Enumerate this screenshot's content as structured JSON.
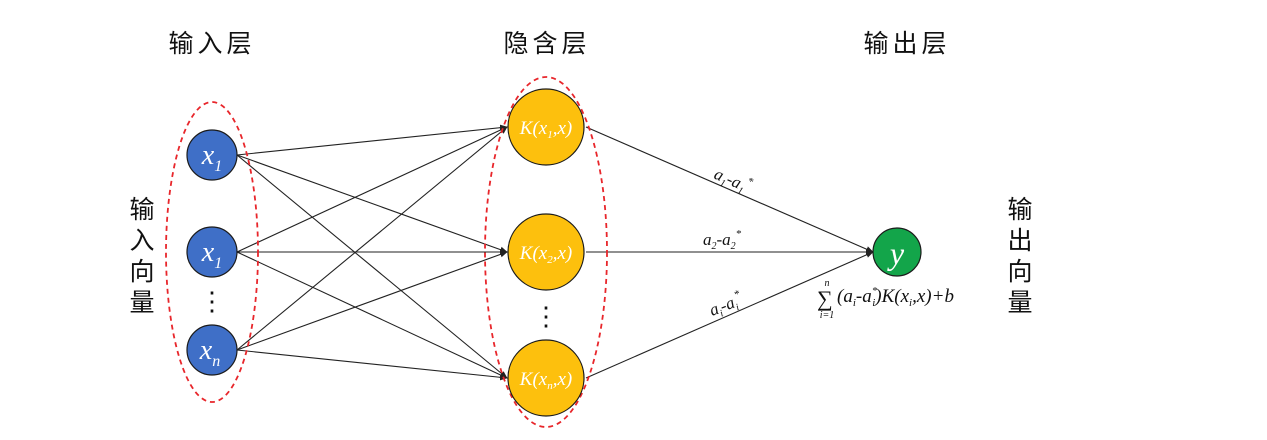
{
  "titles": {
    "input_layer": "输入层",
    "hidden_layer": "隐含层",
    "output_layer": "输出层",
    "input_vector": [
      "输",
      "入",
      "向",
      "量"
    ],
    "output_vector": [
      "输",
      "出",
      "向",
      "量"
    ]
  },
  "input_nodes": [
    {
      "base": "x",
      "sub": "1"
    },
    {
      "base": "x",
      "sub": "1"
    },
    {
      "base": "x",
      "sub": "n"
    }
  ],
  "hidden_nodes": [
    {
      "prefix": "K(x",
      "sub": "1",
      "suffix": ",x)"
    },
    {
      "prefix": "K(x",
      "sub": "2",
      "suffix": ",x)"
    },
    {
      "prefix": "K(x",
      "sub": "n",
      "suffix": ",x)"
    }
  ],
  "output_node": {
    "label": "y"
  },
  "ellipsis": "⋮",
  "weights": [
    {
      "a": "a",
      "sub1": "1",
      "sep": "-a",
      "sub2": "1",
      "sup": "*"
    },
    {
      "a": "a",
      "sub1": "2",
      "sep": "-a",
      "sub2": "2",
      "sup": "*"
    },
    {
      "a": "a",
      "sub1": "i",
      "sep": "-a",
      "sub2": "i",
      "sup": "*"
    }
  ],
  "formula": {
    "sigma": "∑",
    "upper": "n",
    "lower": "i=1",
    "body_1": "(a",
    "sub_i1": "i",
    "body_2": "-a",
    "sup_star": "*",
    "sub_i2": "i",
    "body_3": ")K(x",
    "sub_i3": "i",
    "body_4": ",x)+b"
  },
  "colors": {
    "input_node": "#3f6fc7",
    "hidden_node": "#fdc00d",
    "output_node": "#13a54a",
    "node_stroke": "#1b1b1b",
    "dashed_ellipse": "#e8262b"
  }
}
